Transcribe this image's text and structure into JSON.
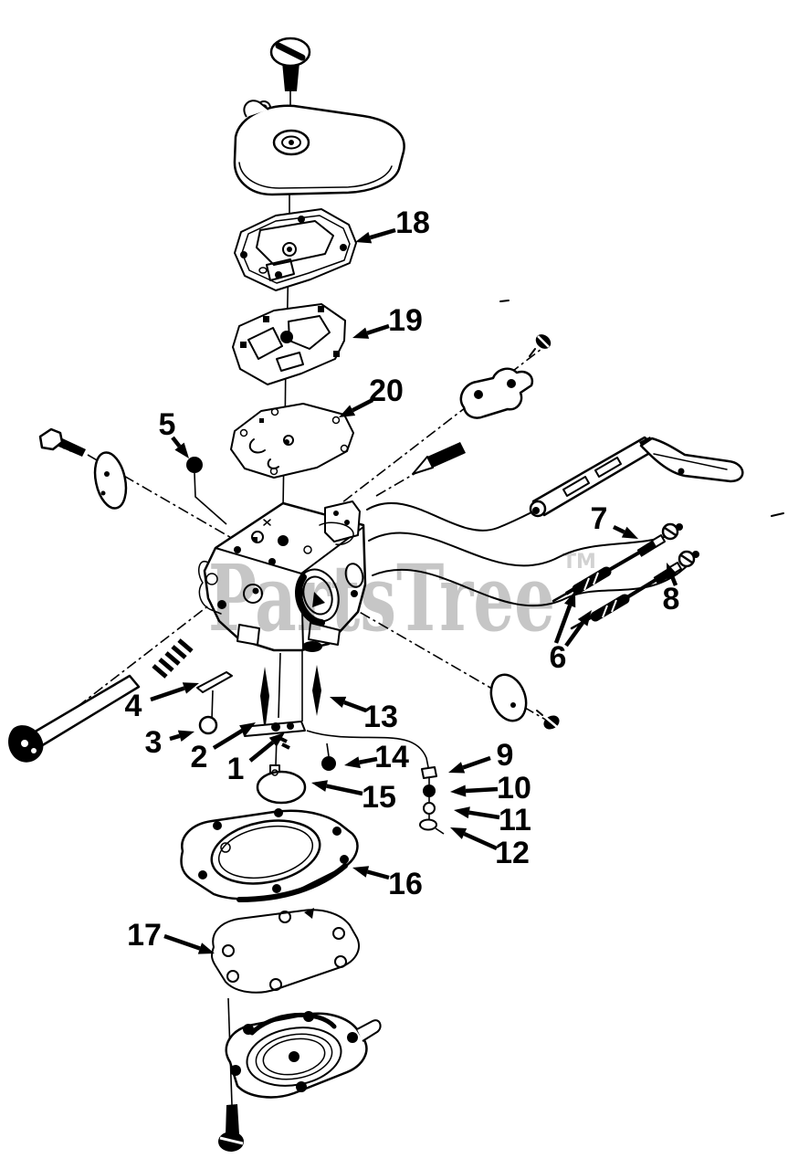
{
  "watermark": {
    "text": "PartsTree",
    "tm": "TM",
    "color": "#c6c6c6",
    "tm_color": "#d2d2d2"
  },
  "colors": {
    "ink": "#000000",
    "paper": "#ffffff"
  },
  "diagram": {
    "type": "exploded-parts-diagram",
    "part_numbers": [
      "1",
      "2",
      "3",
      "4",
      "5",
      "6",
      "7",
      "8",
      "9",
      "10",
      "11",
      "12",
      "13",
      "14",
      "15",
      "16",
      "17",
      "18",
      "19",
      "20"
    ]
  },
  "callouts": [
    {
      "n": "1",
      "label": [
        258,
        853
      ],
      "arrows": [
        [
          274,
          833,
          312,
          802
        ]
      ]
    },
    {
      "n": "2",
      "label": [
        218,
        840
      ],
      "arrows": [
        [
          234,
          819,
          280,
          791
        ]
      ]
    },
    {
      "n": "3",
      "label": [
        168,
        824
      ],
      "arrows": [
        [
          186,
          809,
          213,
          801
        ]
      ]
    },
    {
      "n": "4",
      "label": [
        146,
        784
      ],
      "arrows": [
        [
          165,
          766,
          218,
          748
        ]
      ]
    },
    {
      "n": "5",
      "label": [
        183,
        476
      ],
      "arrows": [
        [
          189,
          479,
          207,
          502
        ]
      ]
    },
    {
      "n": "6",
      "label": [
        611,
        731
      ],
      "arrows": [
        [
          609,
          704,
          630,
          647
        ],
        [
          620,
          707,
          648,
          668
        ]
      ]
    },
    {
      "n": "7",
      "label": [
        656,
        579
      ],
      "arrows": [
        [
          672,
          577,
          699,
          590
        ]
      ]
    },
    {
      "n": "8",
      "label": [
        735,
        667
      ],
      "arrows": [
        [
          740,
          641,
          730,
          616
        ]
      ]
    },
    {
      "n": "9",
      "label": [
        553,
        838
      ],
      "arrows": [
        [
          537,
          830,
          491,
          846
        ]
      ]
    },
    {
      "n": "10",
      "label": [
        563,
        874
      ],
      "arrows": [
        [
          545,
          864,
          493,
          867
        ]
      ]
    },
    {
      "n": "11",
      "label": [
        564,
        909
      ],
      "arrows": [
        [
          547,
          895,
          497,
          887
        ]
      ]
    },
    {
      "n": "12",
      "label": [
        561,
        945
      ],
      "arrows": [
        [
          544,
          929,
          493,
          906
        ]
      ]
    },
    {
      "n": "13",
      "label": [
        417,
        796
      ],
      "arrows": [
        [
          401,
          778,
          361,
          763
        ]
      ]
    },
    {
      "n": "14",
      "label": [
        429,
        840
      ],
      "arrows": [
        [
          413,
          831,
          377,
          838
        ]
      ]
    },
    {
      "n": "15",
      "label": [
        415,
        884
      ],
      "arrows": [
        [
          397,
          869,
          341,
          857
        ]
      ]
    },
    {
      "n": "16",
      "label": [
        444,
        979
      ],
      "arrows": [
        [
          426,
          961,
          386,
          950
        ]
      ]
    },
    {
      "n": "17",
      "label": [
        158,
        1035
      ],
      "arrows": [
        [
          180,
          1025,
          235,
          1044
        ]
      ]
    },
    {
      "n": "18",
      "label": [
        452,
        255
      ],
      "arrows": [
        [
          433,
          252,
          389,
          265
        ]
      ]
    },
    {
      "n": "19",
      "label": [
        444,
        362
      ],
      "arrows": [
        [
          426,
          357,
          386,
          370
        ]
      ]
    },
    {
      "n": "20",
      "label": [
        423,
        439
      ],
      "arrows": [
        [
          408,
          438,
          371,
          457
        ]
      ]
    }
  ]
}
